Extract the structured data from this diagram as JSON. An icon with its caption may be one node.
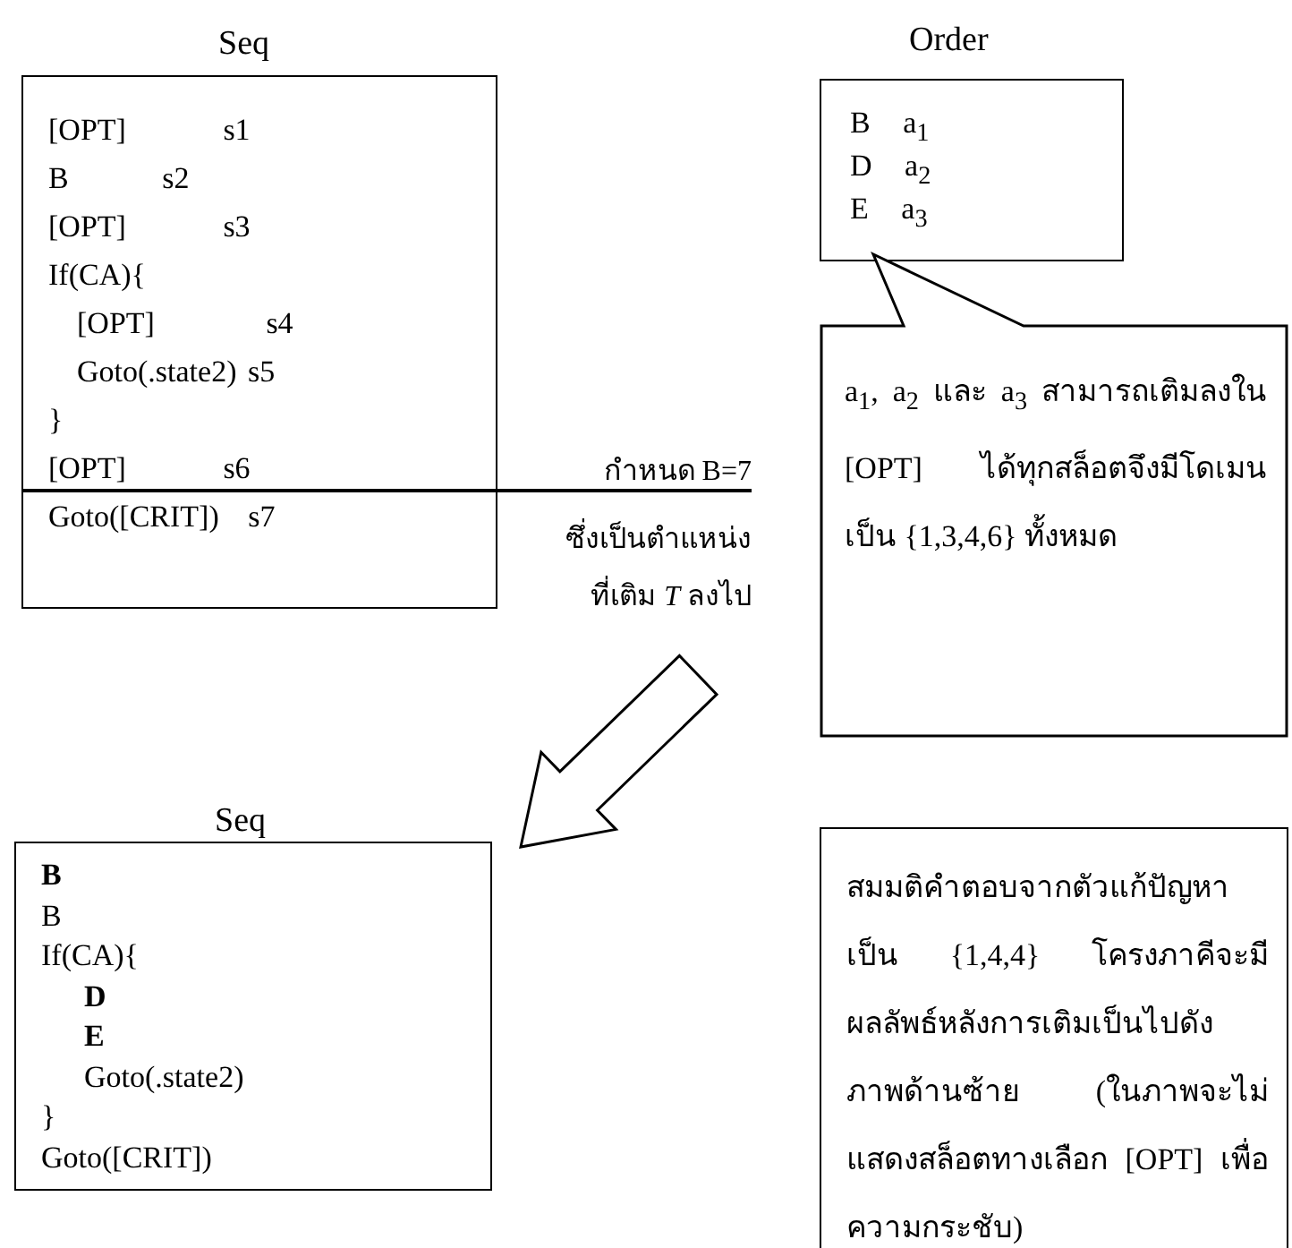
{
  "diagram": {
    "nodes": [
      {
        "text": [
          "Seq",
          "[OPT] s1",
          "B s2",
          "[OPT] s3",
          "If(CA){",
          "[OPT] s4",
          "Goto(.state2) s5",
          "}",
          "[OPT] s6",
          "Goto([CRIT]) s7"
        ]
      },
      {
        "text": [
          "Order",
          "B a$_{1}$",
          "D a$_{2}$",
          "E a$_{3}$"
        ]
      },
      {
        "text": [
          "กำหนด B=7",
          "ซึ่งเป็นตำแหน่ง",
          "ที่เติม *T* ลงไป"
        ]
      },
      {
        "text": [
          "a$_{1}$, a$_{2}$ และ a$_{3}$ สามารถเติมลงใน [OPT] ได้ทุกสล็อตจึงมีโดเมนเป็น {1,3,4,6} ทั้งหมด"
        ]
      },
      {
        "text": [
          "Seq",
          "**B**",
          "B",
          "If(CA){",
          "**D**",
          "**E**",
          "Goto(.state2)",
          "}",
          "Goto([CRIT])"
        ]
      },
      {
        "text": [
          "สมมติคำตอบจากตัวแก้ปัญหาเป็น {1,4,4} โครงภาคีจะมีผลลัพธ์หลังการเติมเป็นไปดังภาพด้านซ้าย (ในภาพจะไม่แสดงสล็อตทางเลือก [OPT] เพื่อความกระชับ)"
        ]
      }
    ],
    "edges": [
      {
        "from": 2,
        "to": 0,
        "arrow": "none"
      },
      {
        "from": 2,
        "to": 4,
        "arrow": "to"
      }
    ]
  }
}
